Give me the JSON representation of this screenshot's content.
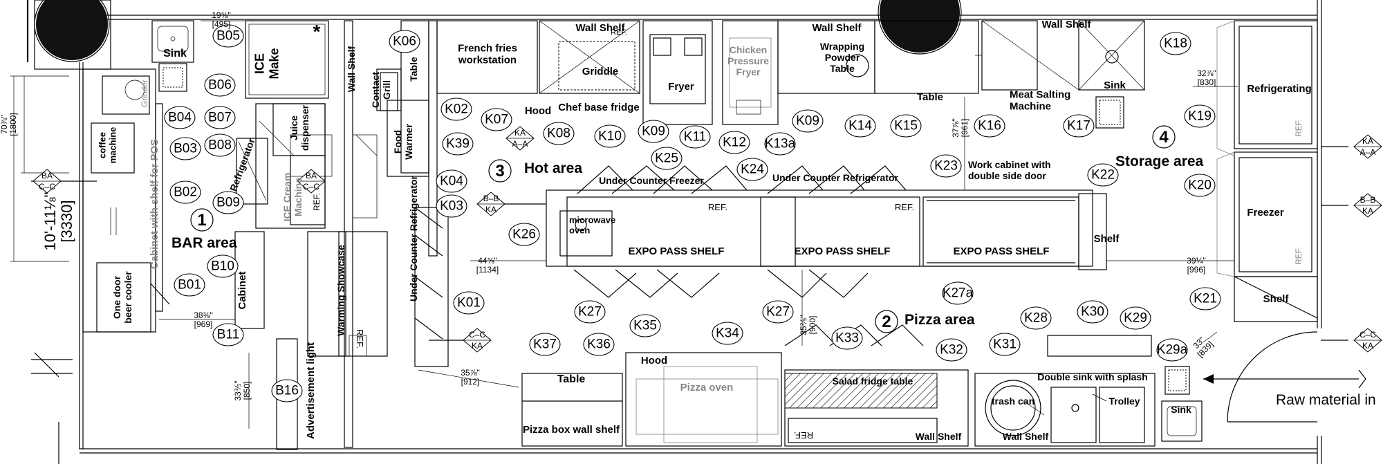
{
  "areas": {
    "bar": {
      "number": "1",
      "label": "BAR area"
    },
    "pizza": {
      "number": "2",
      "label": "Pizza area"
    },
    "hot": {
      "number": "3",
      "label": "Hot area"
    },
    "storage": {
      "number": "4",
      "label": "Storage  area"
    }
  },
  "entrance_label": "Raw material in",
  "dimensions": {
    "left_total_imperial": "10'-11⅛\"",
    "left_total_metric": "[3330]",
    "d1_imperial": "70⅞\"",
    "d1_metric": "[1800]",
    "d2_imperial": "19⅝\"",
    "d2_metric": "[495]",
    "d3_imperial": "38⅜\"",
    "d3_metric": "[969]",
    "d4_imperial": "33⅗\"",
    "d4_metric": "[850]",
    "d5_imperial": "44⅝\"",
    "d5_metric": "[1134]",
    "d6_imperial": "35⅞\"",
    "d6_metric": "[912]",
    "d7_imperial": "35⅖\"",
    "d7_metric": "[900]",
    "d8_imperial": "37⅞\"",
    "d8_metric": "[961]",
    "d9_imperial": "32⅞\"",
    "d9_metric": "[830]",
    "d10_imperial": "39¼\"",
    "d10_metric": "[996]",
    "d11_imperial": "33\"",
    "d11_metric": "[839]"
  },
  "section_markers": [
    {
      "top": "BA",
      "bottom": "C–C"
    },
    {
      "top": "BA",
      "bottom": "C–C"
    },
    {
      "top": "KA",
      "bottom": "A–A"
    },
    {
      "top": "B–B",
      "bottom": "KA"
    },
    {
      "top": "C–C",
      "bottom": "KA"
    },
    {
      "top": "KA",
      "bottom": "A–A"
    },
    {
      "top": "B–B",
      "bottom": "KA"
    },
    {
      "top": "C–C",
      "bottom": "KA"
    }
  ],
  "tags": {
    "b01": "B01",
    "b02": "B02",
    "b03": "B03",
    "b04": "B04",
    "b05": "B05",
    "b06": "B06",
    "b07": "B07",
    "b08": "B08",
    "b09": "B09",
    "b10": "B10",
    "b11": "B11",
    "b16": "B16",
    "k01": "K01",
    "k02": "K02",
    "k03": "K03",
    "k04": "K04",
    "k06": "K06",
    "k07": "K07",
    "k08": "K08",
    "k09a": "K09",
    "k09b": "K09",
    "k10": "K10",
    "k11": "K11",
    "k12": "K12",
    "k13a": "K13a",
    "k14": "K14",
    "k15": "K15",
    "k16": "K16",
    "k17": "K17",
    "k18": "K18",
    "k19": "K19",
    "k20": "K20",
    "k21": "K21",
    "k22": "K22",
    "k23": "K23",
    "k24": "K24",
    "k25": "K25",
    "k26": "K26",
    "k27a_tag": "K27",
    "k27b_tag": "K27",
    "k27a": "K27a",
    "k28": "K28",
    "k29": "K29",
    "k29a": "K29a",
    "k30": "K30",
    "k31": "K31",
    "k32": "K32",
    "k33": "K33",
    "k34": "K34",
    "k35": "K35",
    "k36": "K36",
    "k37": "K37",
    "k39": "K39"
  },
  "labels": {
    "sink_bar": "Sink",
    "ice_make": "ICE\nMake",
    "asterisk": "*",
    "grinder": "Grinder",
    "coffee_machine": "coffee\nmachine",
    "cabinet_pos": "Cabinet with shelf for POS",
    "one_door_beer_cooler": "One door\nbeer cooler",
    "cabinet": "Cabinet",
    "refrigerator_bar": "Refrigerator",
    "juice_dispenser": "Juice\ndispenser",
    "ice_cream_machine": "ICE Cream\nMachine",
    "ref_bar": "REF.",
    "wall_shelf_v": "Wall Shelf",
    "contact_grill": "Contact\nGrill",
    "table_v": "Table",
    "food_warmer": "Food\nWarmer",
    "warming_showcase": "Warming Showcase",
    "ref_showcase": "REF.",
    "under_counter_ref_v": "Under Counter Refrigerator",
    "advertisement_light": "Advertisement light",
    "french_fries": "French fries\nworkstation",
    "wall_shelf_1": "Wall Shelf",
    "griddle": "Griddle",
    "ref_griddle": "REF.",
    "hood_1": "Hood",
    "chef_base_fridge": "Chef base fridge",
    "fryer": "Fryer",
    "chicken_pressure_fryer": "Chicken\nPressure\nFryer",
    "wall_shelf_2": "Wall Shelf",
    "wrapping_powder_table": "Wrapping\nPowder\nTable",
    "table_1": "Table",
    "wall_shelf_3": "Wall Shelf",
    "sink_hot": "Sink",
    "meat_salting_machine": "Meat Salting\nMachine",
    "under_counter_freezer": "Under Counter Freezer",
    "under_counter_refrigerator": "Under Counter Refrigerator",
    "work_cabinet": "Work cabinet with\ndouble side door",
    "ref_1": "REF.",
    "ref_2": "REF.",
    "microwave_oven": "microwave\noven",
    "expo_pass_shelf_1": "EXPO PASS SHELF",
    "expo_pass_shelf_2": "EXPO PASS SHELF",
    "expo_pass_shelf_3": "EXPO PASS SHELF",
    "shelf_1": "Shelf",
    "refrigerating": "Refrigerating",
    "freezer": "Freezer",
    "ref_storage_1": "REF.",
    "ref_storage_2": "REF.",
    "shelf_2": "Shelf",
    "table_2": "Table",
    "pizza_box_wall_shelf": "Pizza box wall shelf",
    "hood_2": "Hood",
    "pizza_oven": "Pizza oven",
    "salad_fridge_table": "Salad fridge table",
    "ref_salad": "REF.",
    "wall_shelf_4": "Wall Shelf",
    "wall_shelf_5": "Wall Shelf",
    "double_sink": "Double sink with splash",
    "trash_can": "trash can",
    "trolley": "Trolley",
    "sink_pizza": "Sink"
  }
}
